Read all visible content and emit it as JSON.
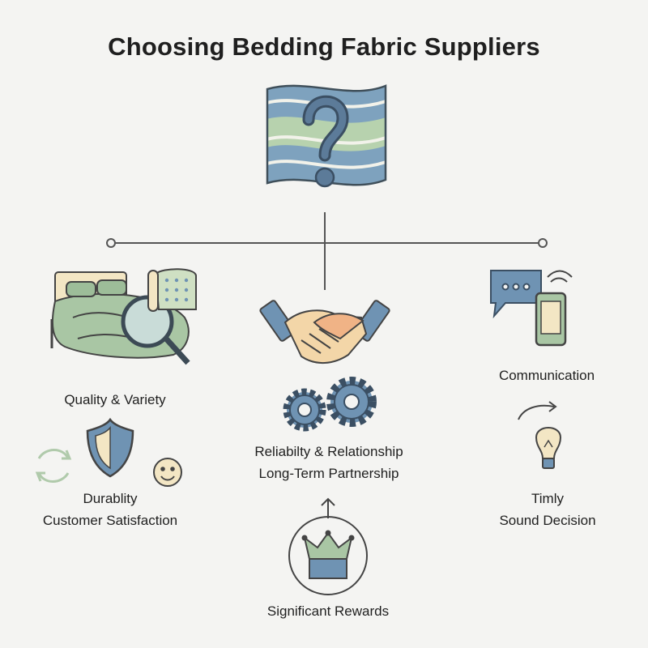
{
  "title": "Choosing Bedding Fabric Suppliers",
  "branches": {
    "left": {
      "main": "Quality & Variety",
      "sub1": "Durablity",
      "sub2": "Customer Satisfaction"
    },
    "center": {
      "main1": "Reliabilty & Relationship",
      "main2": "Long-Term Partnership",
      "sub": "Significant Rewards"
    },
    "right": {
      "main": "Communication",
      "sub1": "Timly",
      "sub2": "Sound Decision"
    }
  },
  "colors": {
    "blue": "#6f93b3",
    "green": "#a8c8a4",
    "line": "#555555",
    "orange": "#f0b386",
    "cream": "#f3e6c4"
  },
  "icons": [
    "question-flag-icon",
    "bed-magnifier-icon",
    "fabric-swatch-icon",
    "handshake-icon",
    "gears-icon",
    "shield-icon",
    "smiley-icon",
    "refresh-icon",
    "chat-bubble-icon",
    "smartphone-icon",
    "lightbulb-icon",
    "crown-icon",
    "up-arrow-icon"
  ]
}
